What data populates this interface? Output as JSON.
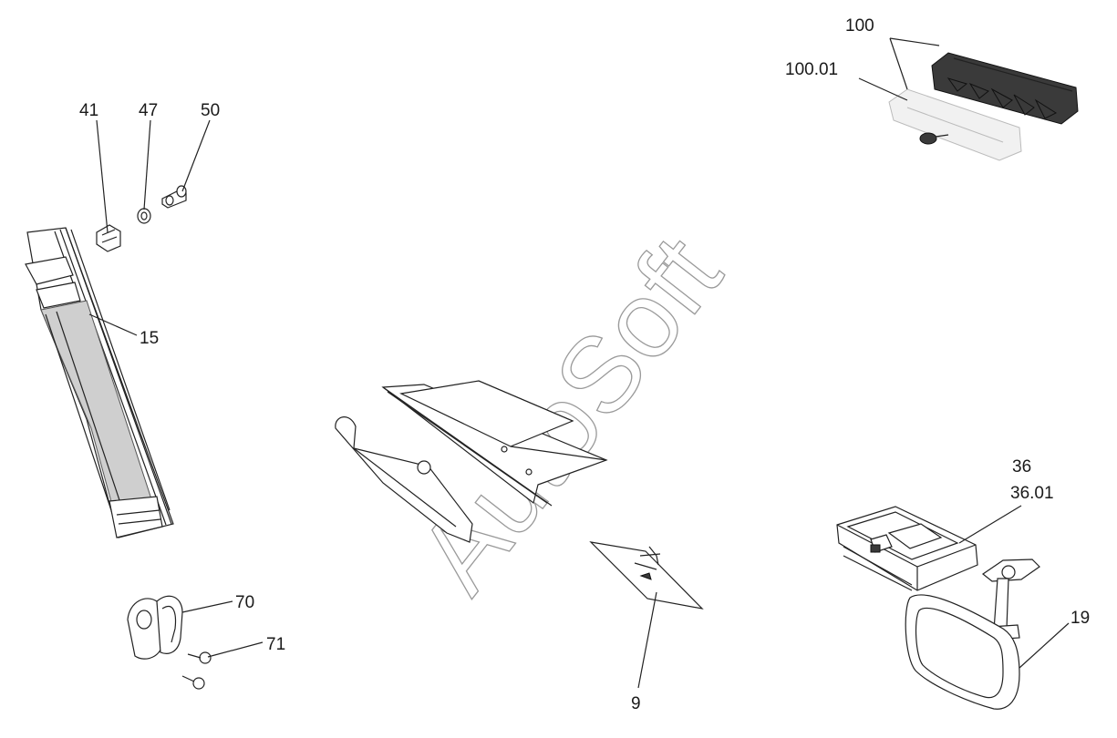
{
  "watermark": "AutoSoft",
  "callouts": {
    "c41": "41",
    "c47": "47",
    "c50": "50",
    "c15": "15",
    "c70": "70",
    "c71": "71",
    "c9": "9",
    "c100": "100",
    "c10001": "100.01",
    "c36": "36",
    "c3601": "36.01",
    "c19": "19"
  }
}
